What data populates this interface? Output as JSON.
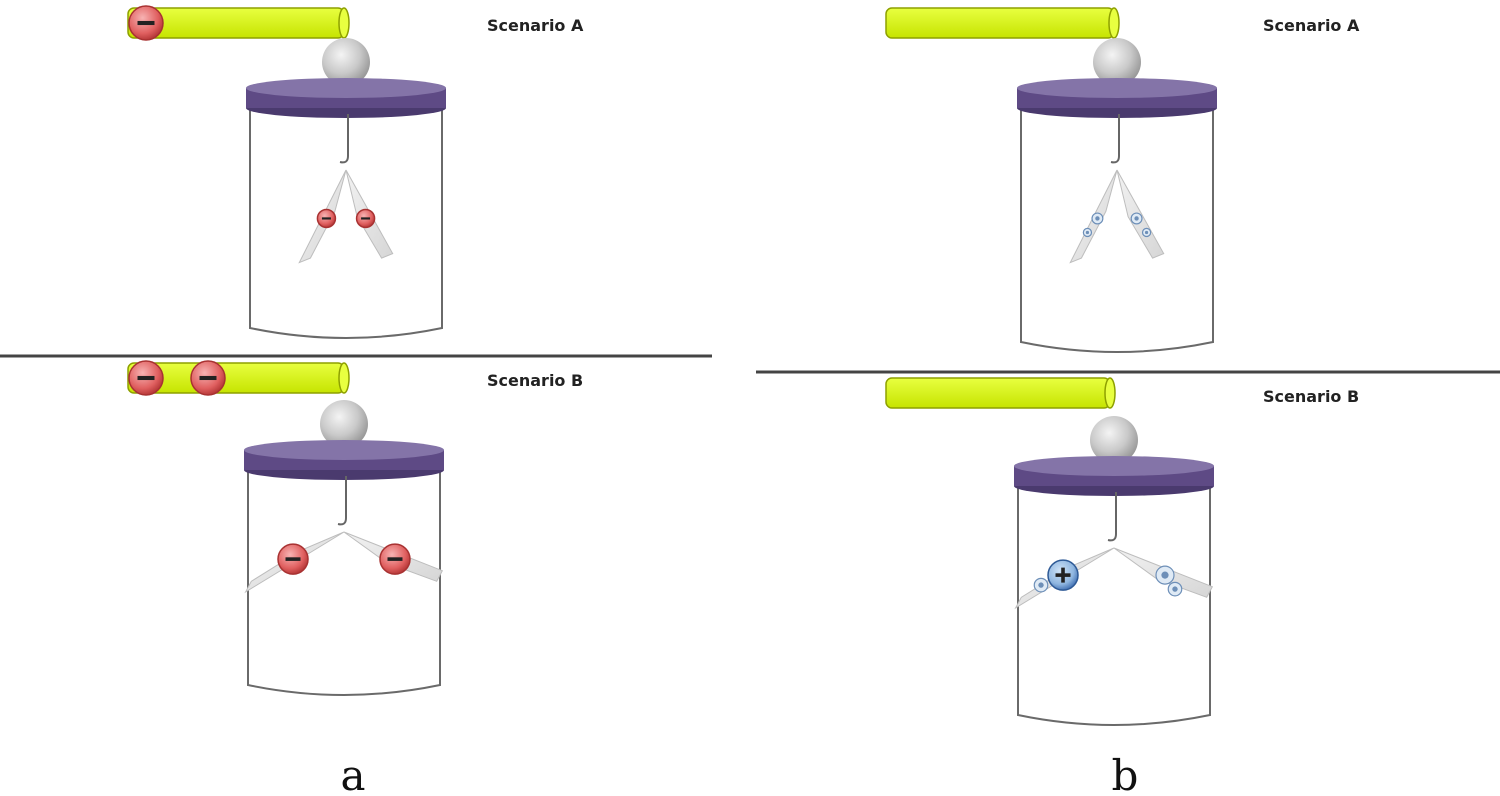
{
  "panels": [
    {
      "label": "a",
      "scenarios": [
        {
          "label": "Scenario A",
          "rod_charges": [
            "negative"
          ],
          "leaf_charges": [
            "negative",
            "negative"
          ],
          "leaf_spread": "small"
        },
        {
          "label": "Scenario B",
          "rod_charges": [
            "negative",
            "negative"
          ],
          "leaf_charges": [
            "negative",
            "negative"
          ],
          "leaf_spread": "large"
        }
      ]
    },
    {
      "label": "b",
      "scenarios": [
        {
          "label": "Scenario A",
          "rod_charges": [],
          "leaf_charges": [
            "neutral",
            "neutral"
          ],
          "leaf_spread": "small"
        },
        {
          "label": "Scenario B",
          "rod_charges": [],
          "leaf_charges": [
            "positive",
            "neutral"
          ],
          "leaf_spread": "large"
        }
      ]
    }
  ],
  "colors": {
    "rod": "#d4f500",
    "lid": "#5e4a85",
    "negative_charge": "#e06060",
    "positive_charge": "#4a78b8",
    "divider": "#444444"
  }
}
